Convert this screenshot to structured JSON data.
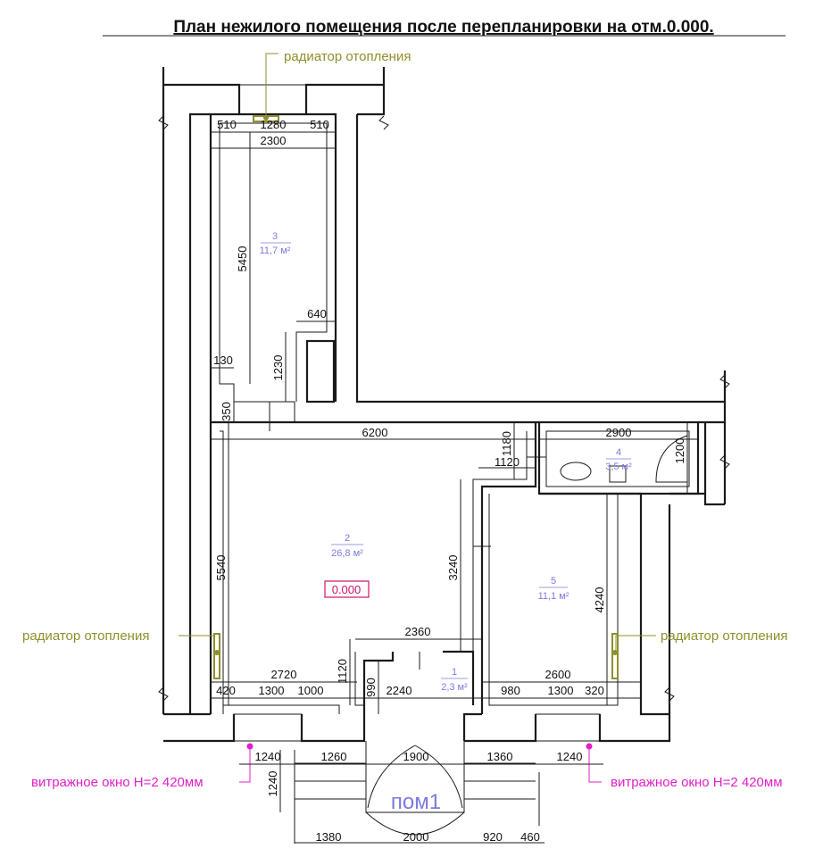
{
  "title": "План нежилого помещения после перепланировки на отм.0.000.",
  "labels": {
    "radiator_top": "радиатор отопления",
    "radiator_left": "радиатор отопления",
    "radiator_right": "радиатор отопления",
    "window_left": "витражное окно Н=2 420мм",
    "window_right": "витражное окно Н=2 420мм",
    "entrance": "пом1",
    "elevation": "0.000"
  },
  "rooms": [
    {
      "num": "3",
      "area": "11,7 м²"
    },
    {
      "num": "2",
      "area": "26,8 м²"
    },
    {
      "num": "4",
      "area": "3,5 м²"
    },
    {
      "num": "5",
      "area": "11,1 м²"
    },
    {
      "num": "1",
      "area": "2,3 м²"
    }
  ],
  "dims": {
    "d510a": "510",
    "d1280": "1280",
    "d510b": "510",
    "d2300": "2300",
    "d5450": "5450",
    "d640": "640",
    "d1230": "1230",
    "d130": "130",
    "d350": "350",
    "d6200": "6200",
    "d2900": "2900",
    "d1180": "1180",
    "d1120": "1120",
    "d1200": "1200",
    "d5540": "5540",
    "d3240": "3240",
    "d4240": "4240",
    "d2360": "2360",
    "d2720": "2720",
    "d1120b": "1120",
    "d990": "990",
    "d2600": "2600",
    "d420": "420",
    "d1300a": "1300",
    "d1000": "1000",
    "d2240": "2240",
    "d980": "980",
    "d1300b": "1300",
    "d320": "320",
    "d1240a": "1240",
    "d1260": "1260",
    "d1900": "1900",
    "d1360": "1360",
    "d1240b": "1240",
    "d1240v": "1240",
    "d1380": "1380",
    "d2000": "2000",
    "d920": "920",
    "d460": "460"
  },
  "colors": {
    "wall": "#1a1a1a",
    "room_label": "#7a7adf",
    "radiator": "#8f8f2c",
    "window_marker": "#e020c8",
    "elevation": "#d0106a"
  }
}
